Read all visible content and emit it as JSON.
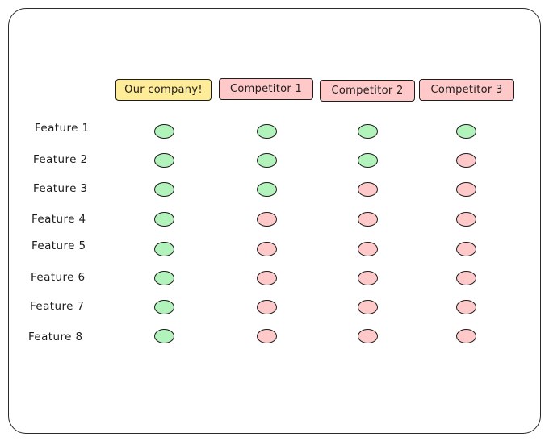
{
  "colors": {
    "ours_header": "#ffec99",
    "competitor_header": "#ffc9c9",
    "yes": "#b2f2bb",
    "no": "#ffc9c9"
  },
  "columns": [
    {
      "label": "Our company!",
      "kind": "ours"
    },
    {
      "label": "Competitor 1",
      "kind": "competitor"
    },
    {
      "label": "Competitor 2",
      "kind": "competitor"
    },
    {
      "label": "Competitor 3",
      "kind": "competitor"
    }
  ],
  "features": [
    {
      "label": "Feature 1",
      "support": [
        "yes",
        "yes",
        "yes",
        "yes"
      ]
    },
    {
      "label": "Feature 2",
      "support": [
        "yes",
        "yes",
        "yes",
        "no"
      ]
    },
    {
      "label": "Feature 3",
      "support": [
        "yes",
        "yes",
        "no",
        "no"
      ]
    },
    {
      "label": "Feature 4",
      "support": [
        "yes",
        "no",
        "no",
        "no"
      ]
    },
    {
      "label": "Feature 5",
      "support": [
        "yes",
        "no",
        "no",
        "no"
      ]
    },
    {
      "label": "Feature 6",
      "support": [
        "yes",
        "no",
        "no",
        "no"
      ]
    },
    {
      "label": "Feature 7",
      "support": [
        "yes",
        "no",
        "no",
        "no"
      ]
    },
    {
      "label": "Feature 8",
      "support": [
        "yes",
        "no",
        "no",
        "no"
      ]
    }
  ]
}
